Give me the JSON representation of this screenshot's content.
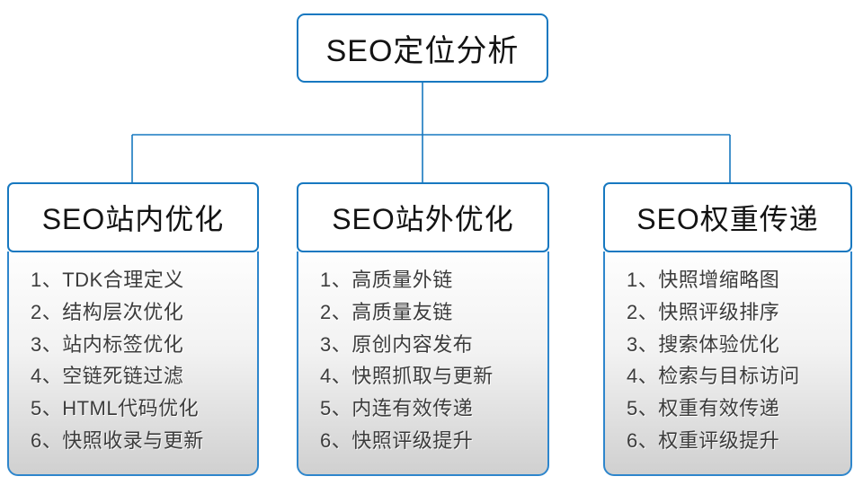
{
  "diagram": {
    "root": {
      "title": "SEO定位分析"
    },
    "columns": [
      {
        "title": "SEO站内优化",
        "items": [
          "1、TDK合理定义",
          "2、结构层次优化",
          "3、站内标签优化",
          "4、空链死链过滤",
          "5、HTML代码优化",
          "6、快照收录与更新"
        ]
      },
      {
        "title": "SEO站外优化",
        "items": [
          "1、高质量外链",
          "2、高质量友链",
          "3、原创内容发布",
          "4、快照抓取与更新",
          "5、内连有效传递",
          "6、快照评级提升"
        ]
      },
      {
        "title": "SEO权重传递",
        "items": [
          "1、快照增缩略图",
          "2、快照评级排序",
          "3、搜索体验优化",
          "4、检索与目标访问",
          "5、权重有效传递",
          "6、权重评级提升"
        ]
      }
    ],
    "colors": {
      "connector": "#1778c0",
      "box_border": "#1778c0",
      "list_border": "#2e86cc",
      "title_text": "#131313",
      "item_text": "#3c3c3c",
      "list_gradient_bottom": "#d0d0d0"
    }
  }
}
